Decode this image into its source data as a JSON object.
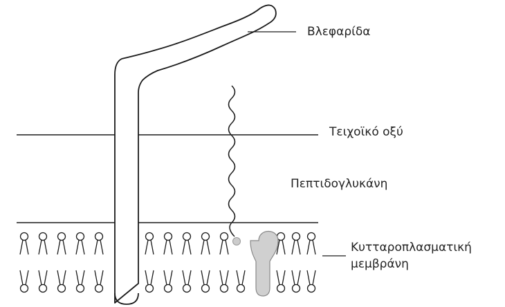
{
  "labels": {
    "flagellum": "Βλεφαρίδα",
    "teichoic_acid": "Τειχοϊκό οξύ",
    "peptidoglycan": "Πεπτιδογλυκάνη",
    "membrane_line1": "Κυτταροπλασματική",
    "membrane_line2": "μεμβράνη"
  },
  "colors": {
    "stroke": "#1a1a1a",
    "protein_fill": "#d0d0d0",
    "lipid_head_fill": "#ffffff",
    "teichoic_head_fill": "#cccccc"
  }
}
